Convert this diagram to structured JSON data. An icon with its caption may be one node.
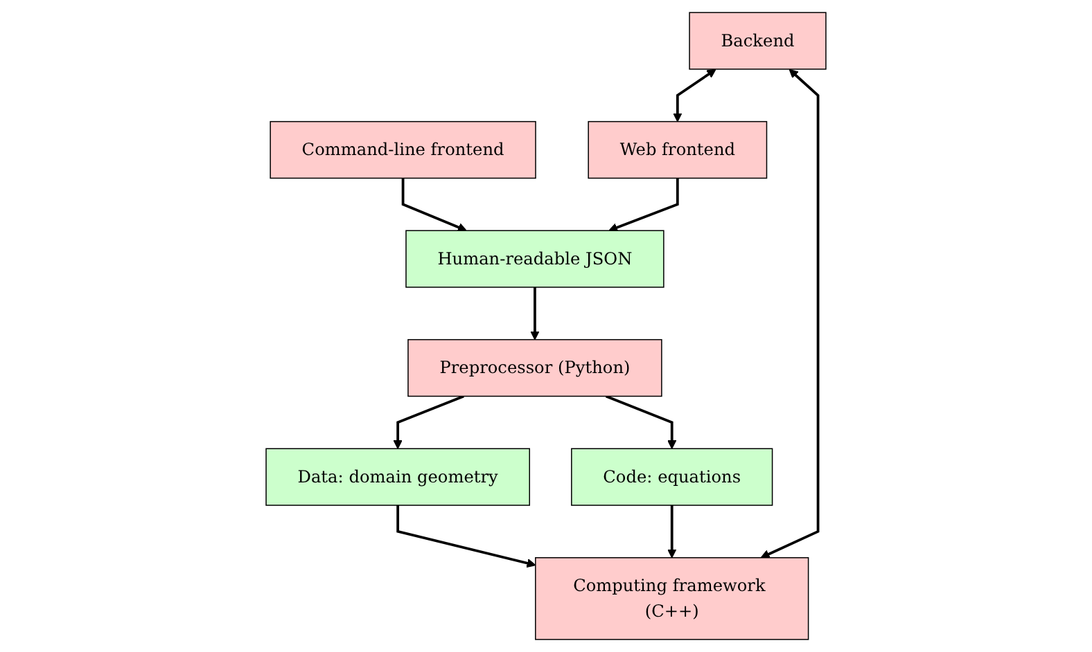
{
  "diagram": {
    "nodes": [
      {
        "text": [
          "Command-line frontend"
        ]
      },
      {
        "text": [
          "Web frontend"
        ]
      },
      {
        "text": [
          "Human-readable JSON"
        ]
      },
      {
        "text": [
          "Preprocessor (Python)"
        ]
      },
      {
        "text": [
          "Backend"
        ]
      },
      {
        "text": [
          "Data: domain geometry"
        ]
      },
      {
        "text": [
          "Code: equations"
        ]
      },
      {
        "text": [
          "Computing framework (C++)"
        ]
      }
    ],
    "edges": [
      {
        "from": 0,
        "to": 2,
        "arrow": "to"
      },
      {
        "from": 1,
        "to": 2,
        "arrow": "to"
      },
      {
        "from": 2,
        "to": 3,
        "arrow": "to"
      },
      {
        "from": 3,
        "to": 5,
        "arrow": "to"
      },
      {
        "from": 3,
        "to": 6,
        "arrow": "to"
      },
      {
        "from": 5,
        "to": 7,
        "arrow": "to"
      },
      {
        "from": 6,
        "to": 7,
        "arrow": "to"
      },
      {
        "from": 4,
        "to": 1,
        "arrow": "both"
      },
      {
        "from": 4,
        "to": 7,
        "arrow": "both"
      }
    ]
  }
}
